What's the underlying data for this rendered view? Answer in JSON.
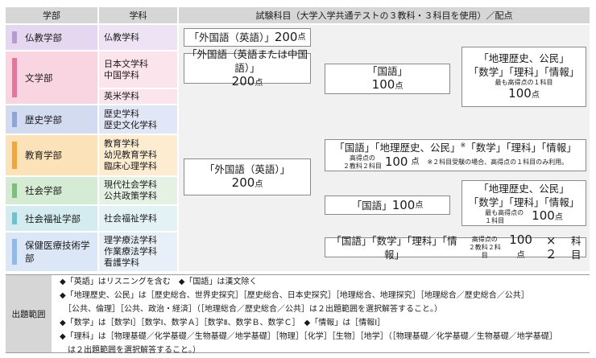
{
  "headers": {
    "faculty": "学部",
    "department": "学科",
    "subjects": "試験科目（大学入学共通テストの３教科・３科目を使用）／配点"
  },
  "colors": {
    "buddhism": "#b79bd0",
    "literature": "#e9739f",
    "history": "#8fa4d8",
    "education": "#f0a63c",
    "social": "#7cbf7c",
    "welfare": "#6fc1cf",
    "health": "#8fb9e8"
  },
  "faculties": [
    {
      "name": "仏教学部",
      "departments": [
        "仏教学科"
      ]
    },
    {
      "name": "文学部",
      "departments": [
        "日本文学科",
        "中国学科"
      ],
      "departments_2": [
        "英米学科"
      ]
    },
    {
      "name": "歴史学部",
      "departments": [
        "歴史学科",
        "歴史文化学科"
      ]
    },
    {
      "name": "教育学部",
      "departments": [
        "教育学科",
        "幼児教育学科",
        "臨床心理学科"
      ]
    },
    {
      "name": "社会学部",
      "departments": [
        "現代社会学科",
        "公共政策学科"
      ]
    },
    {
      "name": "社会福祉学部",
      "departments": [
        "社会福祉学科"
      ]
    },
    {
      "name": "保健医療技術学部",
      "departments": [
        "理学療法学科",
        "作業療法学科",
        "看護学科"
      ]
    }
  ],
  "boxes": {
    "foreign_buddhism": {
      "text": "「外国語（英語）」",
      "score": "200",
      "unit": "点"
    },
    "foreign_lit": {
      "text": "「外国語（英語または中国語）」",
      "score": "200",
      "unit": "点"
    },
    "kokugo_upper": {
      "text": "「国語」",
      "score": "100",
      "unit": "点"
    },
    "choice_upper": {
      "line1": "「地理歴史、公民」",
      "line2": "「数学」「理科」「情報」",
      "note": "最も高得点の１科目",
      "score": "100",
      "unit": "点"
    },
    "foreign_main": {
      "text": "「外国語（英語）」",
      "score": "200",
      "unit": "点"
    },
    "edu": {
      "line1": "「国語」「地理歴史、公民」",
      "mark": "※",
      "line1b": "「数学」「理科」「情報」",
      "note1": "高得点の",
      "note2": "２教科２科目",
      "score": "100",
      "unit": "点",
      "footnote": "※２科目受験の場合、高得点の１科目のみ利用。"
    },
    "kokugo_social": {
      "text": "「国語」",
      "score": "100",
      "unit": "点"
    },
    "choice_social": {
      "line1": "「地理歴史、公民」",
      "line2": "「数学」「理科」「情報」",
      "note1": "最も高得点の",
      "note2": "１科目",
      "score": "100",
      "unit": "点"
    },
    "health": {
      "text": "「国語」「数学」「理科」「情報」",
      "note1": "高得点の",
      "note2": "２教科２科目",
      "score": "100",
      "unit": "点",
      "mult": "× ２",
      "tail": "科目"
    }
  },
  "notes": {
    "label": "出題範囲",
    "lines": [
      "◆「英語」はリスニングを含む　◆「国語」は漢文除く",
      "◆「地理歴史、公民」は［歴史総合、世界史探究］［歴史総合、日本史探究］［地理総合、地理探究］［地理総合／歴史総合／公共］",
      "　［公共、倫理］［公共、政治・経済］（［地理総合／歴史総合／公共］は２出題範囲を選択解答すること。）",
      "◆「数学」は［数学Ⅰ］［数学Ⅰ、数学Ａ］［数学Ⅱ、数学Ｂ、数学Ｃ］　◆「情報」は［情報Ⅰ］",
      "◆「理科」は［物理基礎／化学基礎／生物基礎／地学基礎］［物理］［化学］［生物］［地学］（［物理基礎／化学基礎／生物基礎／地学基礎］",
      "　は２出題範囲を選択解答すること。）"
    ]
  }
}
